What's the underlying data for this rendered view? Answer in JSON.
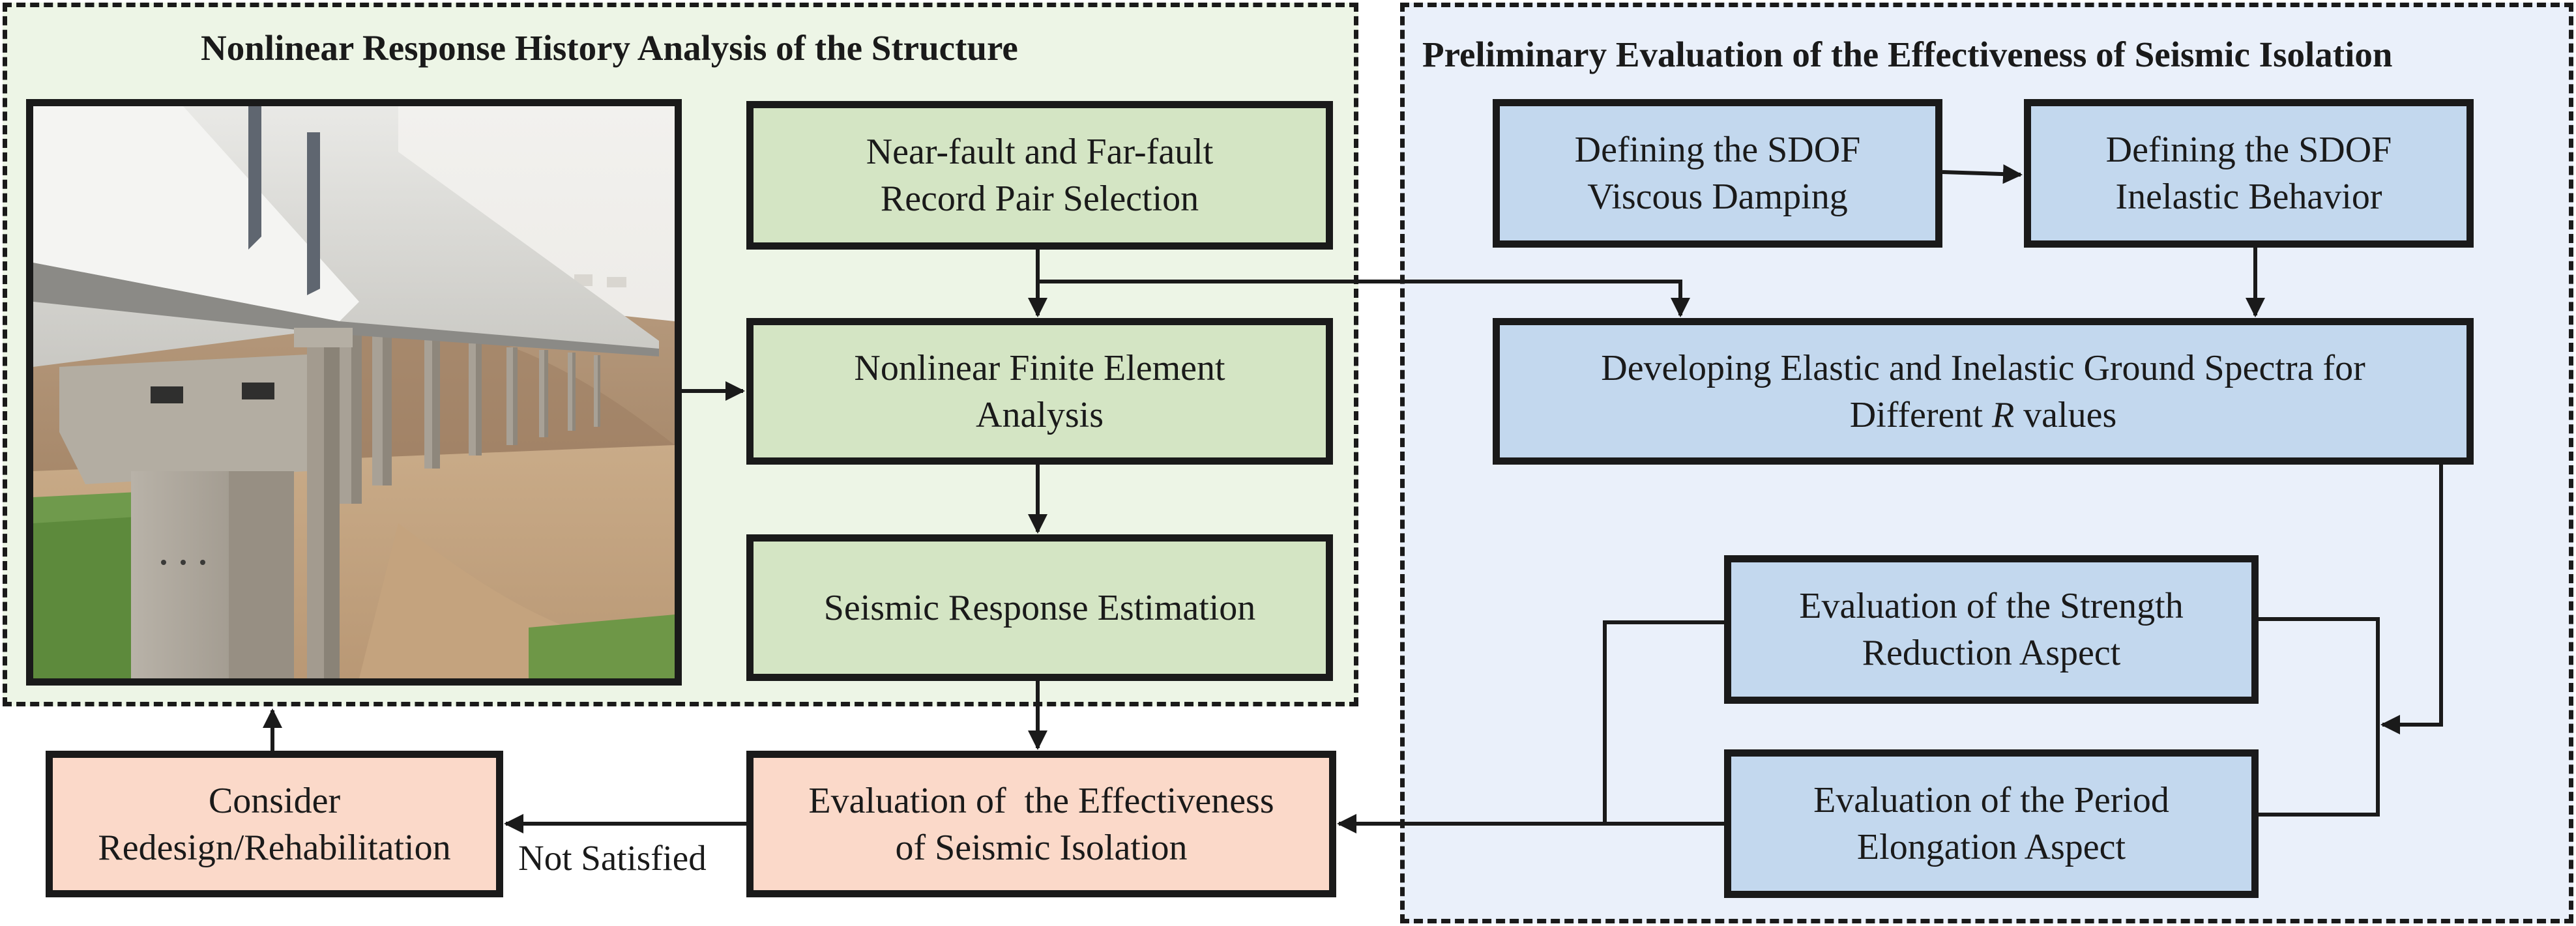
{
  "panels": {
    "left_title": "Nonlinear Response History Analysis of the Structure",
    "right_title": "Preliminary Evaluation of the Effectiveness of Seismic Isolation"
  },
  "boxes": {
    "record_selection": [
      "Near-fault and Far-fault",
      "Record Pair Selection"
    ],
    "fe_analysis": [
      "Nonlinear Finite Element",
      "Analysis"
    ],
    "response_estimation": [
      "Seismic Response Estimation"
    ],
    "effectiveness_evaluation": [
      "Evaluation of  the Effectiveness",
      "of Seismic Isolation"
    ],
    "redesign": [
      "Consider",
      "Redesign/Rehabilitation"
    ],
    "viscous_damping": [
      "Defining the SDOF",
      "Viscous Damping"
    ],
    "inelastic_behavior": [
      "Defining the SDOF",
      "Inelastic Behavior"
    ],
    "spectra": [
      "Developing Elastic and Inelastic Ground Spectra for",
      "Different",
      "R",
      "values"
    ],
    "strength_reduction": [
      "Evaluation of the Strength",
      "Reduction Aspect"
    ],
    "period_elongation": [
      "Evaluation of the Period",
      "Elongation Aspect"
    ]
  },
  "labels": {
    "not_satisfied": "Not Satisfied"
  },
  "colors": {
    "left_panel_bg": "#edf5e6",
    "right_panel_bg": "#eaf0fa",
    "green_box": "#d4e5c4",
    "blue_box": "#c3d8ee",
    "pink_box": "#fbd9c9"
  }
}
